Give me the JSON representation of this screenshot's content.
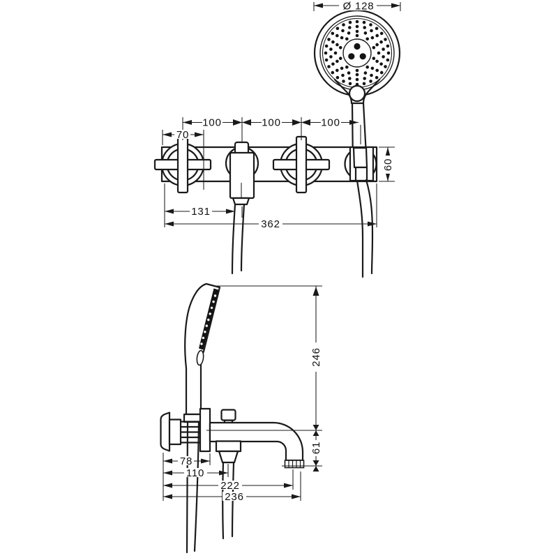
{
  "drawing": {
    "kind": "technical-dimension-drawing",
    "background": "#ffffff",
    "line_color": "#1a1a1a",
    "views": {
      "front": "front-view",
      "side": "side-view"
    },
    "dimensions": {
      "head_diameter": "Ø 128",
      "pitch_1": "100",
      "pitch_2": "100",
      "pitch_3": "100",
      "escutcheon_width": "70",
      "spout_offset": "131",
      "bar_length": "362",
      "bar_height": "60",
      "handshower_height": "246",
      "spout_drop": "61",
      "handle_projection": "78",
      "outlet_projection": "110",
      "spout_reach": "222",
      "total_projection": "236"
    }
  }
}
